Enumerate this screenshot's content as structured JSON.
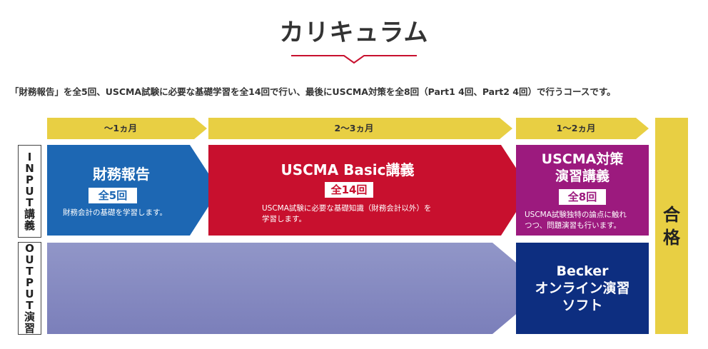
{
  "title": "カリキュラム",
  "intro": "「財務報告」を全5回、USCMA試験に必要な基礎学習を全14回で行い、最後にUSCMA対策を全8回（Part1 4回、Part2 4回）で行うコースです。",
  "periods": [
    "〜1ヵ月",
    "2〜3ヵ月",
    "1〜2ヵ月"
  ],
  "rows": {
    "input": "INPUT講義",
    "output": "OUTPUT演習"
  },
  "courses": [
    {
      "title": "財務報告",
      "badge": "全5回",
      "desc": "財務会計の基礎を学習します。"
    },
    {
      "title": "USCMA Basic講義",
      "badge": "全14回",
      "desc_line1": "USCMA試験に必要な基礎知識（財務会計以外）を",
      "desc_line2": "学習します。"
    },
    {
      "title_line1": "USCMA対策",
      "title_line2": "演習講義",
      "badge": "全8回",
      "desc_line1": "USCMA試験独特の論点に触れ",
      "desc_line2": "つつ、問題演習も行います。"
    }
  ],
  "software": {
    "line1": "Becker",
    "line2": "オンライン演習",
    "line3": "ソフト"
  },
  "goal": "合格",
  "colors": {
    "period": "#e8cf43",
    "course1": "#1d67b3",
    "course2": "#c8102e",
    "course3": "#9c1a7e",
    "output_band": "#8589c0",
    "software": "#0d2e80",
    "goal": "#e8cf43"
  }
}
